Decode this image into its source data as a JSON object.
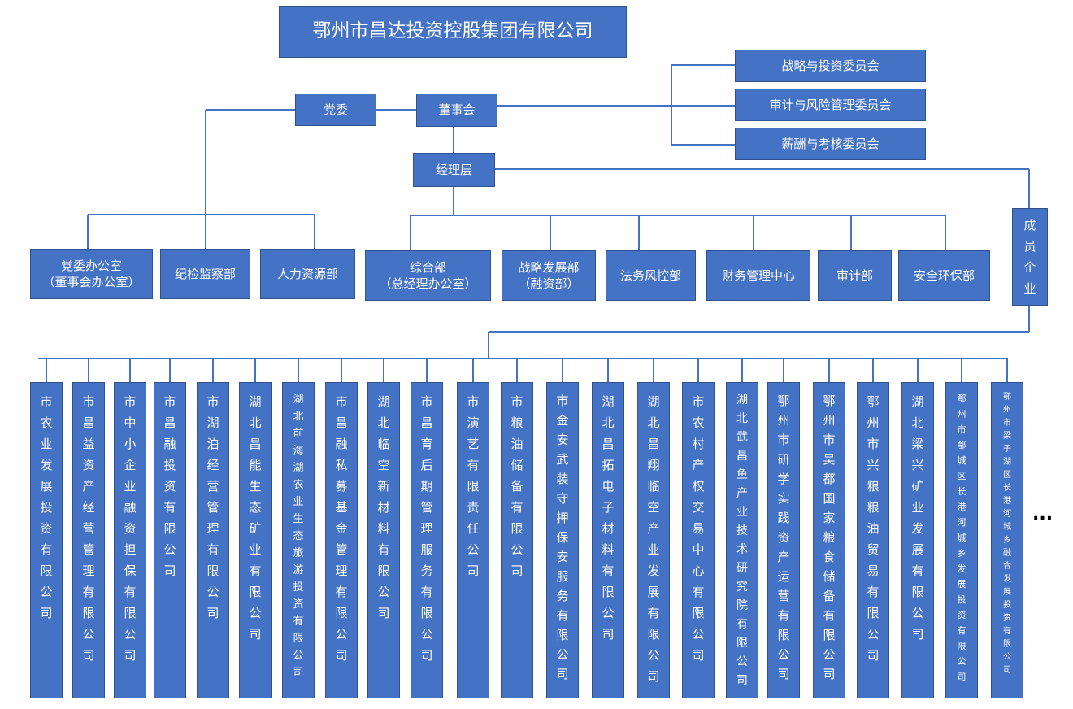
{
  "title": "鄂州市昌达投资控股集团有限公司",
  "party_committee": "党委",
  "board": "董事会",
  "committees": [
    "战略与投资委员会",
    "审计与风险管理委员会",
    "薪酬与考核委员会"
  ],
  "management": "经理层",
  "members_label": "成员企业",
  "departments": [
    {
      "line1": "党委办公室",
      "line2": "（董事会办公室）"
    },
    {
      "line1": "纪检监察部",
      "line2": ""
    },
    {
      "line1": "人力资源部",
      "line2": ""
    },
    {
      "line1": "综合部",
      "line2": "（总经理办公室）"
    },
    {
      "line1": "战略发展部",
      "line2": "（融资部）"
    },
    {
      "line1": "法务风控部",
      "line2": ""
    },
    {
      "line1": "财务管理中心",
      "line2": ""
    },
    {
      "line1": "审计部",
      "line2": ""
    },
    {
      "line1": "安全环保部",
      "line2": ""
    }
  ],
  "companies": [
    "市农业发展投资有限公司",
    "市昌益资产经营管理有限公司",
    "市中小企业融资担保有限公司",
    "市昌融投资有限公司",
    "市湖泊经营管理有限公司",
    "湖北昌能生态矿业有限公司",
    "湖北前海湖农业生态旅游投资有限公司",
    "市昌融私募基金管理有限公司",
    "湖北临空新材料有限公司",
    "市昌育后期管理服务有限公司",
    "市演艺有限责任公司",
    "市粮油储备有限公司",
    "市金安武装守押保安服务有限公司",
    "湖北昌拓电子材料有限公司",
    "湖北昌翔临空产业发展有限公司",
    "市农村产权交易中心有限公司",
    "湖北武昌鱼产业技术研究院有限公司",
    "鄂州市研学实践资产运营有限公司",
    "鄂州市吴都国家粮食储备有限公司",
    "鄂州市兴粮粮油贸易有限公司",
    "湖北梁兴矿业发展有限公司",
    "鄂州市鄂城区长港河城乡发展投资有限公司",
    "鄂州市梁子湖区长港河城乡融合发展投资有限公司"
  ],
  "more": "..."
}
